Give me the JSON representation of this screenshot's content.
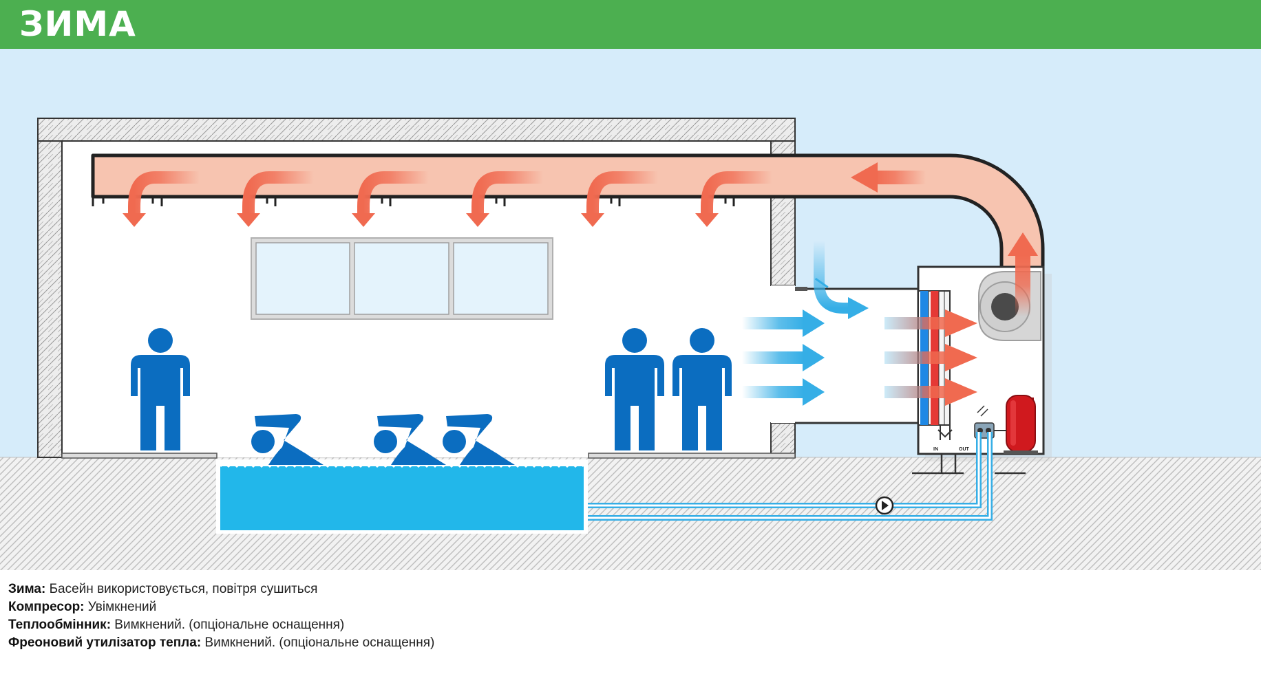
{
  "header": {
    "title": "ЗИМА",
    "background": "#4caf50"
  },
  "diagram": {
    "colors": {
      "sky": "#d6ecfa",
      "ground_hatch": "#c9c9c9",
      "wall_outline": "#333333",
      "duct_warm": "#f7c4b0",
      "arrow_warm": "#f06a50",
      "arrow_cool": "#35aee6",
      "people": "#0b6dc0",
      "water": "#22b7ea",
      "coil_blue": "#1e88e5",
      "coil_red": "#e53935",
      "compressor_red": "#d0191e",
      "pipe": "#35aee6"
    },
    "unit_ports": {
      "in_label": "IN",
      "out_label": "OUT"
    }
  },
  "legend": [
    {
      "term": "Зима:",
      "text": " Басейн використовується, повітря сушиться"
    },
    {
      "term": "Компресор:",
      "text": " Увімкнений"
    },
    {
      "term": "Теплообмінник:",
      "text": " Вимкнений. (опціональне оснащення)"
    },
    {
      "term": "Фреоновий утилізатор тепла:",
      "text": " Вимкнений. (опціональне оснащення)"
    }
  ]
}
